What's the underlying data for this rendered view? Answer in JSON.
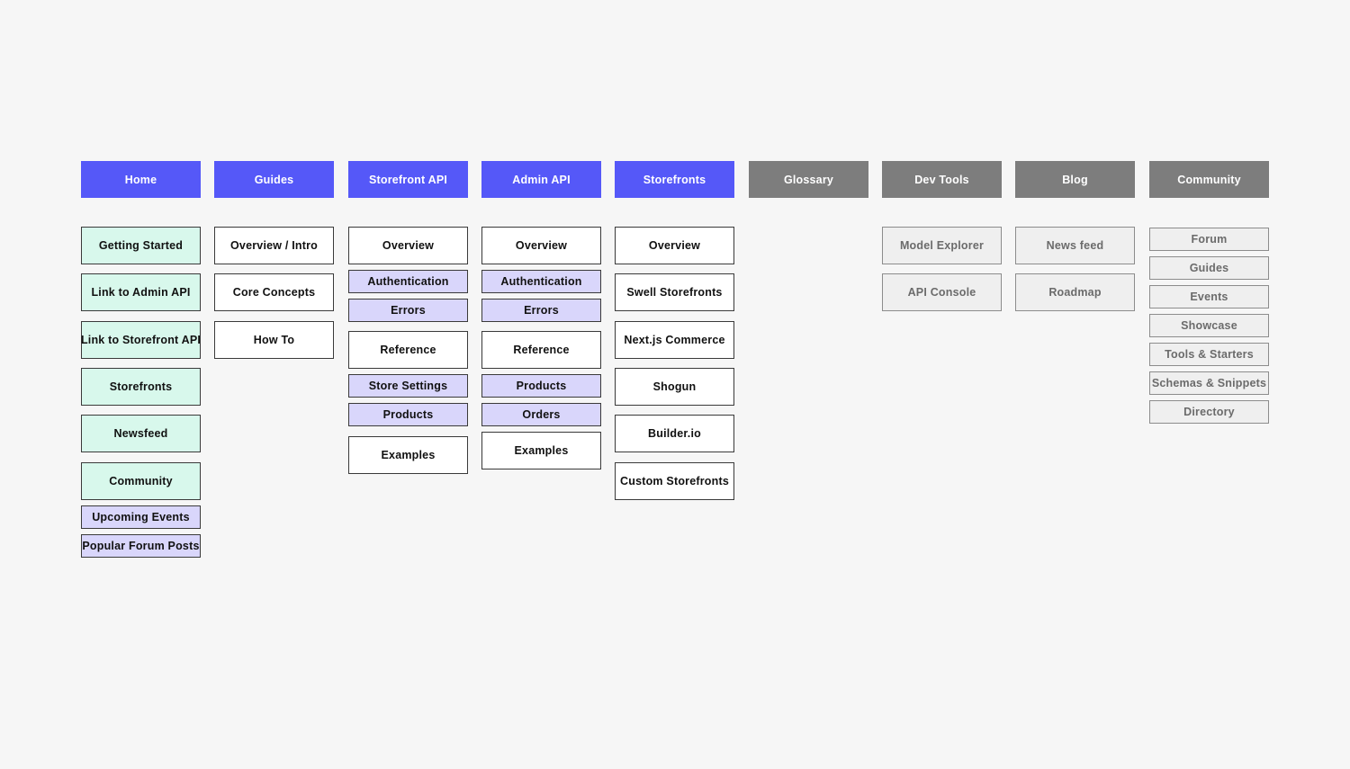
{
  "headers": {
    "home": "Home",
    "guides": "Guides",
    "storefront_api": "Storefront API",
    "admin_api": "Admin API",
    "storefronts": "Storefronts",
    "glossary": "Glossary",
    "dev_tools": "Dev Tools",
    "blog": "Blog",
    "community": "Community"
  },
  "home": [
    "Getting Started",
    "Link to Admin API",
    "Link to Storefront API",
    "Storefronts",
    "Newsfeed",
    "Community",
    "Upcoming Events",
    "Popular Forum Posts"
  ],
  "guides": [
    "Overview / Intro",
    "Core Concepts",
    "How To"
  ],
  "storefront_api": [
    "Overview",
    "Authentication",
    "Errors",
    "Reference",
    "Store Settings",
    "Products",
    "Examples"
  ],
  "admin_api": [
    "Overview",
    "Authentication",
    "Errors",
    "Reference",
    "Products",
    "Orders",
    "Examples"
  ],
  "storefronts": [
    "Overview",
    "Swell Storefronts",
    "Next.js Commerce",
    "Shogun",
    "Builder.io",
    "Custom Storefronts"
  ],
  "dev_tools": [
    "Model Explorer",
    "API Console"
  ],
  "blog": [
    "News feed",
    "Roadmap"
  ],
  "community": [
    "Forum",
    "Guides",
    "Events",
    "Showcase",
    "Tools & Starters",
    "Schemas & Snippets",
    "Directory"
  ],
  "colors": {
    "primary_blue": "#5558f8",
    "secondary_gray": "#7d7d7d",
    "mint": "#d8f8ec",
    "lavender": "#d9d6fb",
    "light_gray": "#efefef"
  }
}
